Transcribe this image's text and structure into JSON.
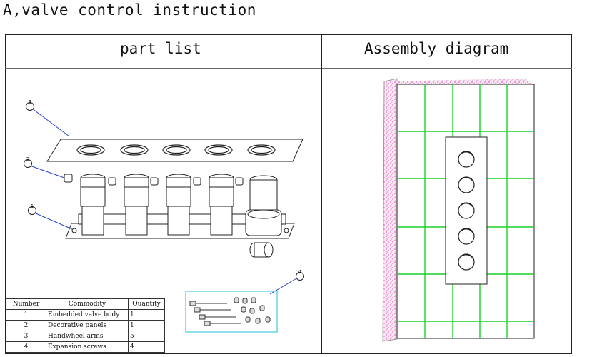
{
  "title": "A,valve control instruction",
  "headers": {
    "left": "part list",
    "right": "Assembly diagram"
  },
  "callouts": [
    "3",
    "2",
    "1",
    "4"
  ],
  "table": {
    "columns": [
      "Number",
      "Commodity",
      "Quantity"
    ],
    "rows": [
      {
        "number": "1",
        "commodity": "Embedded valve body",
        "quantity": "1"
      },
      {
        "number": "2",
        "commodity": "Decorative panels",
        "quantity": "1"
      },
      {
        "number": "3",
        "commodity": "Handwheel arms",
        "quantity": "5"
      },
      {
        "number": "4",
        "commodity": "Expansion screws",
        "quantity": "4"
      }
    ]
  },
  "colors": {
    "grid": "#19d12a",
    "wall_texture": "#d24fb6",
    "callout_line": "#2a3fd0",
    "screws_box": "#6ad6e6"
  },
  "icons": [
    "callout-balloon",
    "valve-assembly",
    "knob-icon"
  ]
}
